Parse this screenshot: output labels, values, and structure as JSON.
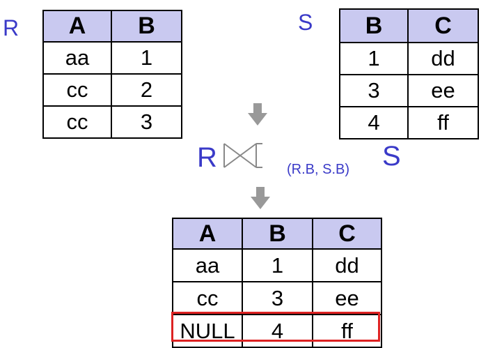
{
  "labels": {
    "r": "R",
    "s": "S"
  },
  "table_r": {
    "headers": [
      "A",
      "B"
    ],
    "rows": [
      [
        "aa",
        "1"
      ],
      [
        "cc",
        "2"
      ],
      [
        "cc",
        "3"
      ]
    ]
  },
  "table_s": {
    "headers": [
      "B",
      "C"
    ],
    "rows": [
      [
        "1",
        "dd"
      ],
      [
        "3",
        "ee"
      ],
      [
        "4",
        "ff"
      ]
    ]
  },
  "join": {
    "left": "R",
    "symbol": "right-outer-join-icon",
    "condition": "(R.B, S.B)",
    "right": "S"
  },
  "result": {
    "headers": [
      "A",
      "B",
      "C"
    ],
    "rows": [
      [
        "aa",
        "1",
        "dd"
      ],
      [
        "cc",
        "3",
        "ee"
      ],
      [
        "NULL",
        "4",
        "ff"
      ]
    ],
    "highlighted_row": 3
  },
  "colors": {
    "header_bg": "#c9c9f0",
    "label": "#3a3ac8",
    "arrow": "#999999",
    "highlight": "#dd2222"
  }
}
